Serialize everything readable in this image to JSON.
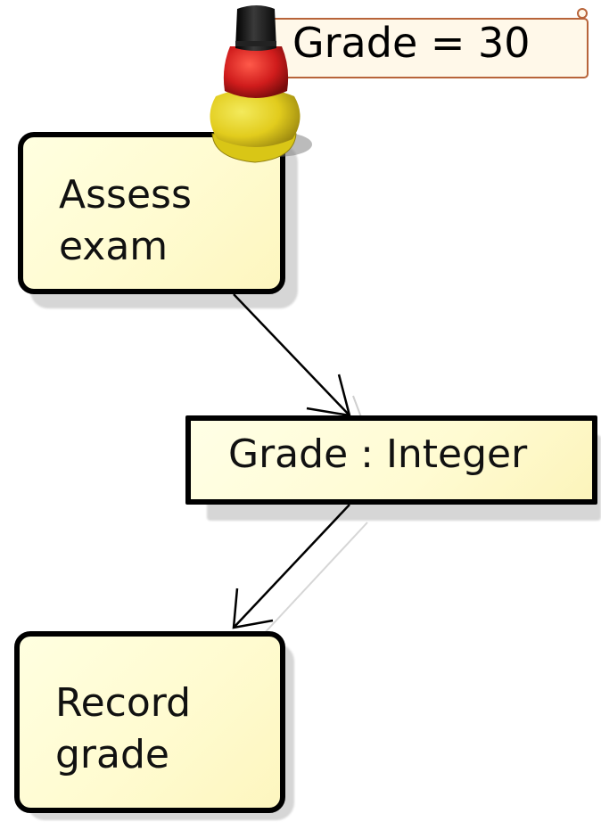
{
  "diagram": {
    "nodes": {
      "assess_exam": {
        "label_line1": "Assess",
        "label_line2": "exam"
      },
      "grade_object": {
        "label": "Grade : Integer"
      },
      "record_grade": {
        "label_line1": "Record",
        "label_line2": "grade"
      }
    },
    "token_note": {
      "label": "Grade = 30"
    },
    "token_icon": "bottle-token-icon",
    "colors": {
      "node_fill": "#fffbd0",
      "border": "#000000",
      "note_border": "#b8643a",
      "note_fill": "#fff8e9",
      "token_cap": "#1b1b1b",
      "token_red": "#d01c1c",
      "token_yellow": "#e6d21f"
    }
  }
}
